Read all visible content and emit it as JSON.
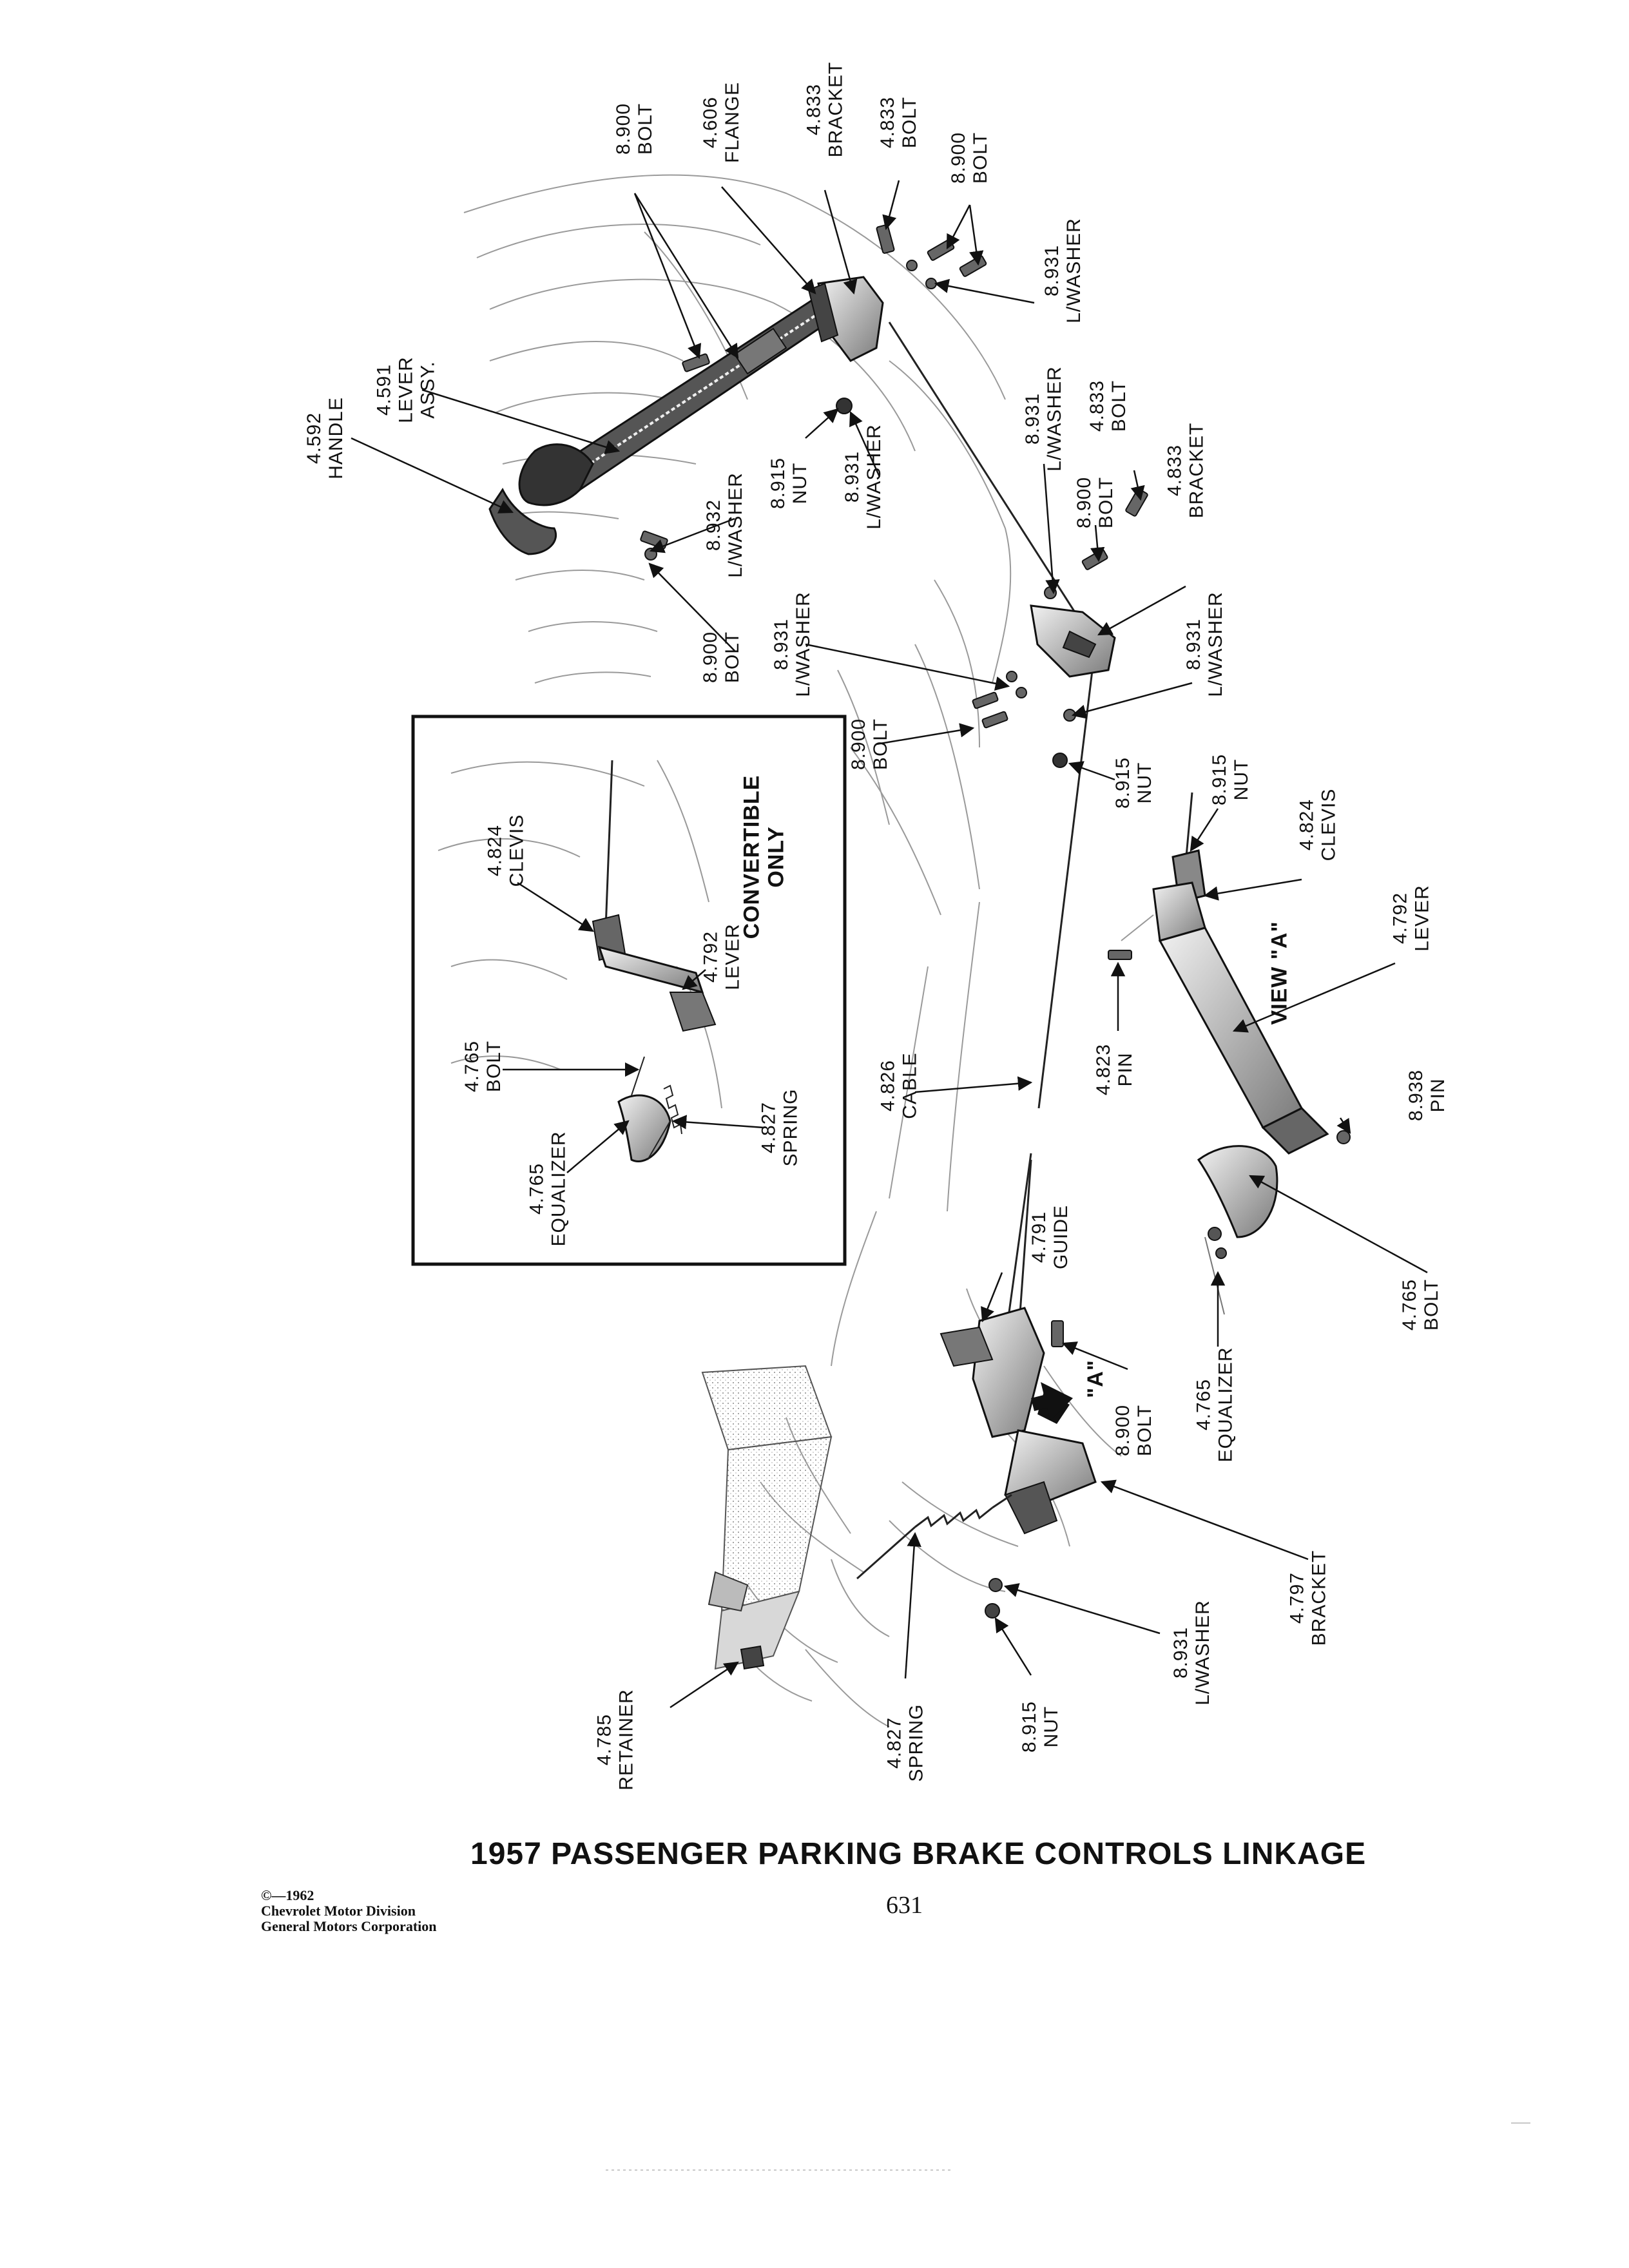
{
  "title": "1957 PASSENGER PARKING BRAKE CONTROLS LINKAGE",
  "page_number": "631",
  "copyright": {
    "year": "©—1962",
    "division": "Chevrolet Motor Division",
    "corporation": "General Motors Corporation"
  },
  "inset": {
    "heading_line1": "CONVERTIBLE",
    "heading_line2": "ONLY"
  },
  "view_label": "VIEW \"A\"",
  "view_marker": "\"A\"",
  "callouts": [
    {
      "id": "bolt-8900-top",
      "code": "8.900",
      "name": "BOLT"
    },
    {
      "id": "flange-4606",
      "code": "4.606",
      "name": "FLANGE"
    },
    {
      "id": "bracket-4833-top",
      "code": "4.833",
      "name": "BRACKET"
    },
    {
      "id": "bolt-4833-top",
      "code": "4.833",
      "name": "BOLT"
    },
    {
      "id": "bolt-8900-topright",
      "code": "8.900",
      "name": "BOLT"
    },
    {
      "id": "lwasher-8931-topright",
      "code": "8.931",
      "name": "L/WASHER"
    },
    {
      "id": "handle-4592",
      "code": "4.592",
      "name": "HANDLE"
    },
    {
      "id": "lever-4591",
      "code": "4.591",
      "name": "LEVER",
      "extra": "ASSY."
    },
    {
      "id": "lwasher-8931-mid",
      "code": "8.931",
      "name": "L/WASHER"
    },
    {
      "id": "bolt-4833-mid",
      "code": "4.833",
      "name": "BOLT"
    },
    {
      "id": "bracket-4833-mid",
      "code": "4.833",
      "name": "BRACKET"
    },
    {
      "id": "nut-8915-upper",
      "code": "8.915",
      "name": "NUT"
    },
    {
      "id": "lwasher-8931-upper",
      "code": "8.931",
      "name": "L/WASHER"
    },
    {
      "id": "bolt-8900-mid",
      "code": "8.900",
      "name": "BOLT"
    },
    {
      "id": "lwasher-8932",
      "code": "8.932",
      "name": "L/WASHER"
    },
    {
      "id": "bolt-8900-left",
      "code": "8.900",
      "name": "BOLT"
    },
    {
      "id": "lwasher-8931-left",
      "code": "8.931",
      "name": "L/WASHER"
    },
    {
      "id": "lwasher-8931-right",
      "code": "8.931",
      "name": "L/WASHER"
    },
    {
      "id": "bolt-8900-center",
      "code": "8.900",
      "name": "BOLT"
    },
    {
      "id": "nut-8915-center",
      "code": "8.915",
      "name": "NUT"
    },
    {
      "id": "nut-8915-right",
      "code": "8.915",
      "name": "NUT"
    },
    {
      "id": "clevis-4824-inset",
      "code": "4.824",
      "name": "CLEVIS"
    },
    {
      "id": "lever-4792-inset",
      "code": "4.792",
      "name": "LEVER"
    },
    {
      "id": "bolt-4765-inset",
      "code": "4.765",
      "name": "BOLT"
    },
    {
      "id": "equalizer-4765-inset",
      "code": "4.765",
      "name": "EQUALIZER"
    },
    {
      "id": "spring-4827-inset",
      "code": "4.827",
      "name": "SPRING"
    },
    {
      "id": "clevis-4824-view",
      "code": "4.824",
      "name": "CLEVIS"
    },
    {
      "id": "lever-4792-view",
      "code": "4.792",
      "name": "LEVER"
    },
    {
      "id": "pin-4823",
      "code": "4.823",
      "name": "PIN"
    },
    {
      "id": "pin-8938",
      "code": "8.938",
      "name": "PIN"
    },
    {
      "id": "cable-4826",
      "code": "4.826",
      "name": "CABLE"
    },
    {
      "id": "guide-4791",
      "code": "4.791",
      "name": "GUIDE"
    },
    {
      "id": "bolt-4765-view",
      "code": "4.765",
      "name": "BOLT"
    },
    {
      "id": "bolt-8900-lower",
      "code": "8.900",
      "name": "BOLT"
    },
    {
      "id": "equalizer-4765-view",
      "code": "4.765",
      "name": "EQUALIZER"
    },
    {
      "id": "bracket-4797",
      "code": "4.797",
      "name": "BRACKET"
    },
    {
      "id": "lwasher-8931-lower",
      "code": "8.931",
      "name": "L/WASHER"
    },
    {
      "id": "retainer-4785",
      "code": "4.785",
      "name": "RETAINER"
    },
    {
      "id": "spring-4827-lower",
      "code": "4.827",
      "name": "SPRING"
    },
    {
      "id": "nut-8915-lower",
      "code": "8.915",
      "name": "NUT"
    }
  ]
}
